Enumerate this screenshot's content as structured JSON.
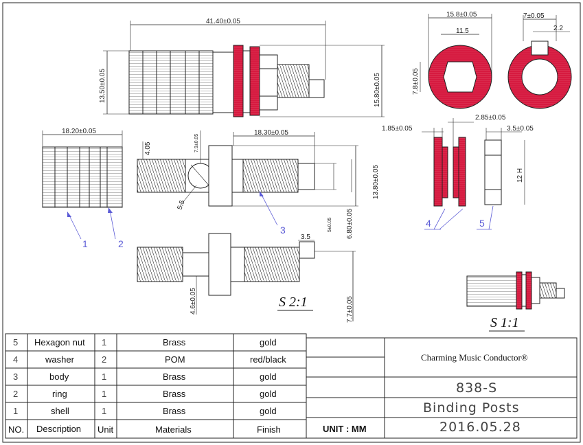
{
  "dimensions": {
    "overall_length": "41.40±0.05",
    "shell_dia": "13.50±0.05",
    "flange_dia": "15.80±0.05",
    "shell_length": "18.20±0.05",
    "body_length": "18.30±0.05",
    "body_dia": "13.80±0.05",
    "thread_step": "4.05",
    "cross_hole": "7.9±0.05",
    "hole_dia": "5.5",
    "pin_dia": "5±0.05",
    "shank_dia": "6.80±0.05",
    "tip_len": "3.5",
    "flange_thk": "4.6±0.05",
    "thread_dia": "7.7±0.05",
    "washer_od": "15.8±0.05",
    "washer_id": "11.5",
    "washer_flat": "7.8±0.05",
    "key_width": "7±0.05",
    "key_depth": "2.2",
    "washer_gap": "2.85±0.05",
    "washer_thk": "1.85±0.05",
    "nut_thk": "3.5±0.05",
    "nut_h": "12 H"
  },
  "callouts": [
    "1",
    "2",
    "3",
    "4",
    "5"
  ],
  "scales": {
    "detail": "S 2:1",
    "overall": "S 1:1"
  },
  "parts": [
    {
      "no": "5",
      "desc": "Hexagon nut",
      "unit": "1",
      "material": "Brass",
      "finish": "gold"
    },
    {
      "no": "4",
      "desc": "washer",
      "unit": "2",
      "material": "POM",
      "finish": "red/black"
    },
    {
      "no": "3",
      "desc": "body",
      "unit": "1",
      "material": "Brass",
      "finish": "gold"
    },
    {
      "no": "2",
      "desc": "ring",
      "unit": "1",
      "material": "Brass",
      "finish": "gold"
    },
    {
      "no": "1",
      "desc": "shell",
      "unit": "1",
      "material": "Brass",
      "finish": "gold"
    }
  ],
  "table_header": {
    "no": "NO.",
    "desc": "Description",
    "unit": "Unit",
    "material": "Materials",
    "finish": "Finish"
  },
  "title_block": {
    "unit": "UNIT : MM",
    "company": "Charming Music Conductor®",
    "part_no": "838-S",
    "title": "Binding Posts",
    "date": "2016.05.28"
  },
  "colors": {
    "washer_red": "#d61a40",
    "callout": "#5b5bd6",
    "line": "#222222"
  }
}
